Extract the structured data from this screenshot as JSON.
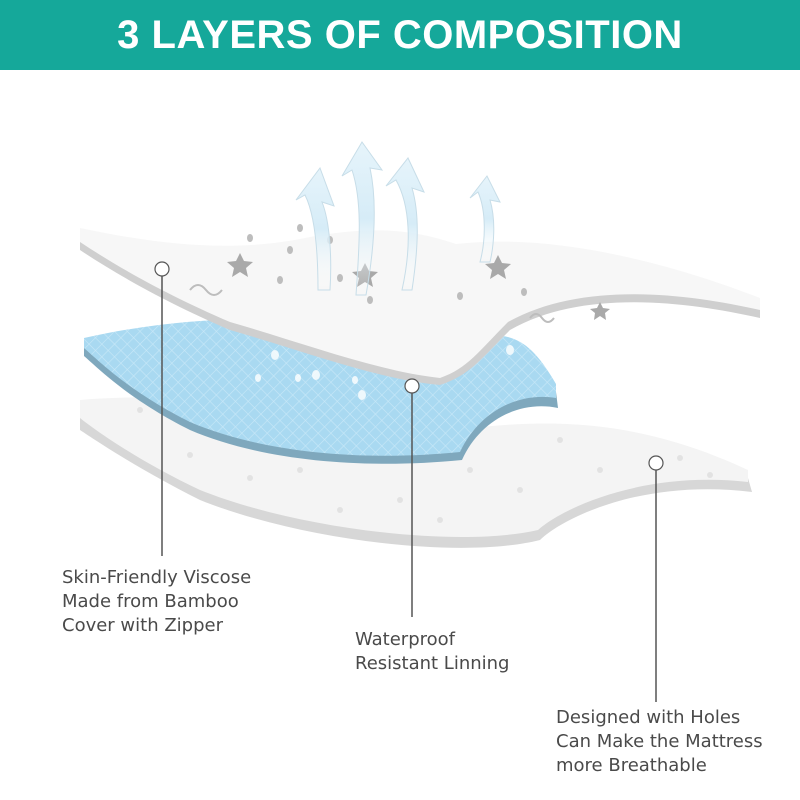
{
  "banner": {
    "title": "3 LAYERS OF COMPOSITION",
    "color": "#15a89a"
  },
  "layers": {
    "top": {
      "lines": [
        "Skin-Friendly Viscose",
        "Made from Bamboo",
        "Cover with Zipper"
      ]
    },
    "middle": {
      "lines": [
        "Waterproof",
        "Resistant Linning"
      ],
      "color": "#a8d8f0"
    },
    "bottom": {
      "lines": [
        "Designed with Holes",
        "Can Make the Mattress",
        "more Breathable"
      ]
    }
  }
}
